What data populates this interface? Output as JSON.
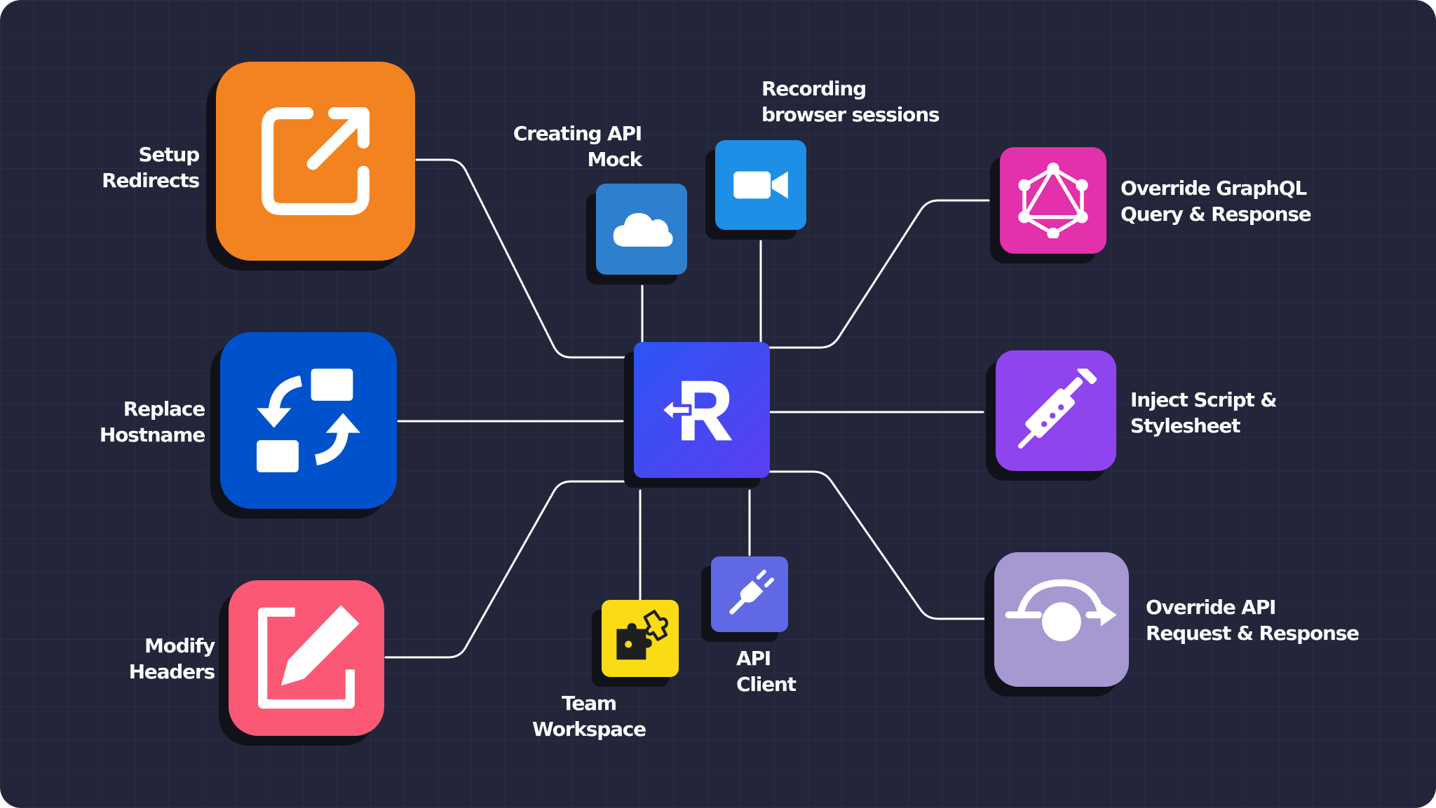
{
  "center": {
    "icon": "requestly-logo-icon",
    "color": "#4a46f2"
  },
  "features": [
    {
      "id": "setup-redirects",
      "lines": [
        "Setup",
        "Redirects"
      ],
      "icon": "external-link-icon",
      "color": "#f38321"
    },
    {
      "id": "replace-hostname",
      "lines": [
        "Replace",
        "Hostname"
      ],
      "icon": "swap-arrows-icon",
      "color": "#0052cc"
    },
    {
      "id": "modify-headers",
      "lines": [
        "Modify",
        "Headers"
      ],
      "icon": "edit-pencil-icon",
      "color": "#fb5876"
    },
    {
      "id": "creating-api-mock",
      "lines": [
        "Creating API",
        "Mock"
      ],
      "icon": "cloud-icon",
      "color": "#2f7fcf"
    },
    {
      "id": "recording-sessions",
      "lines": [
        "Recording",
        "browser sessions"
      ],
      "icon": "video-camera-icon",
      "color": "#1d8fe6"
    },
    {
      "id": "team-workspace",
      "lines": [
        "Team",
        "Workspace"
      ],
      "icon": "puzzle-icon",
      "color": "#f9dc14"
    },
    {
      "id": "api-client",
      "lines": [
        "API",
        "Client"
      ],
      "icon": "plug-icon",
      "color": "#6168e4"
    },
    {
      "id": "override-graphql",
      "lines": [
        "Override GraphQL",
        "Query & Response"
      ],
      "icon": "graphql-icon",
      "color": "#e331ac"
    },
    {
      "id": "inject-script",
      "lines": [
        "Inject Script &",
        "Stylesheet"
      ],
      "icon": "syringe-icon",
      "color": "#8e45ee"
    },
    {
      "id": "override-api",
      "lines": [
        "Override API",
        "Request & Response"
      ],
      "icon": "circle-arrow-icon",
      "color": "#a699d2"
    }
  ]
}
